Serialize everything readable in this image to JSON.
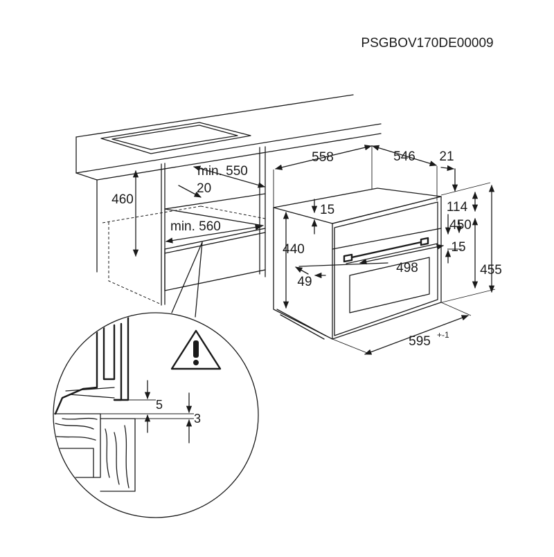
{
  "diagram": {
    "product_code": "PSGBOV170DE00009",
    "cabinet": {
      "height_460": "460",
      "min_550": "min. 550",
      "gap_20": "20",
      "min_560": "min. 560"
    },
    "oven": {
      "depth_558": "558",
      "depth_546": "546",
      "front_21": "21",
      "top_15": "15",
      "height_440": "440",
      "height_114": "114",
      "height_450": "450",
      "height_455": "455",
      "gap_15": "15",
      "width_498": "498",
      "offset_49": "49",
      "width_595": "595",
      "tolerance": "+-1"
    },
    "detail": {
      "gap_5": "5",
      "gap_3": "3",
      "warning_icon": "warning-triangle-icon"
    }
  }
}
